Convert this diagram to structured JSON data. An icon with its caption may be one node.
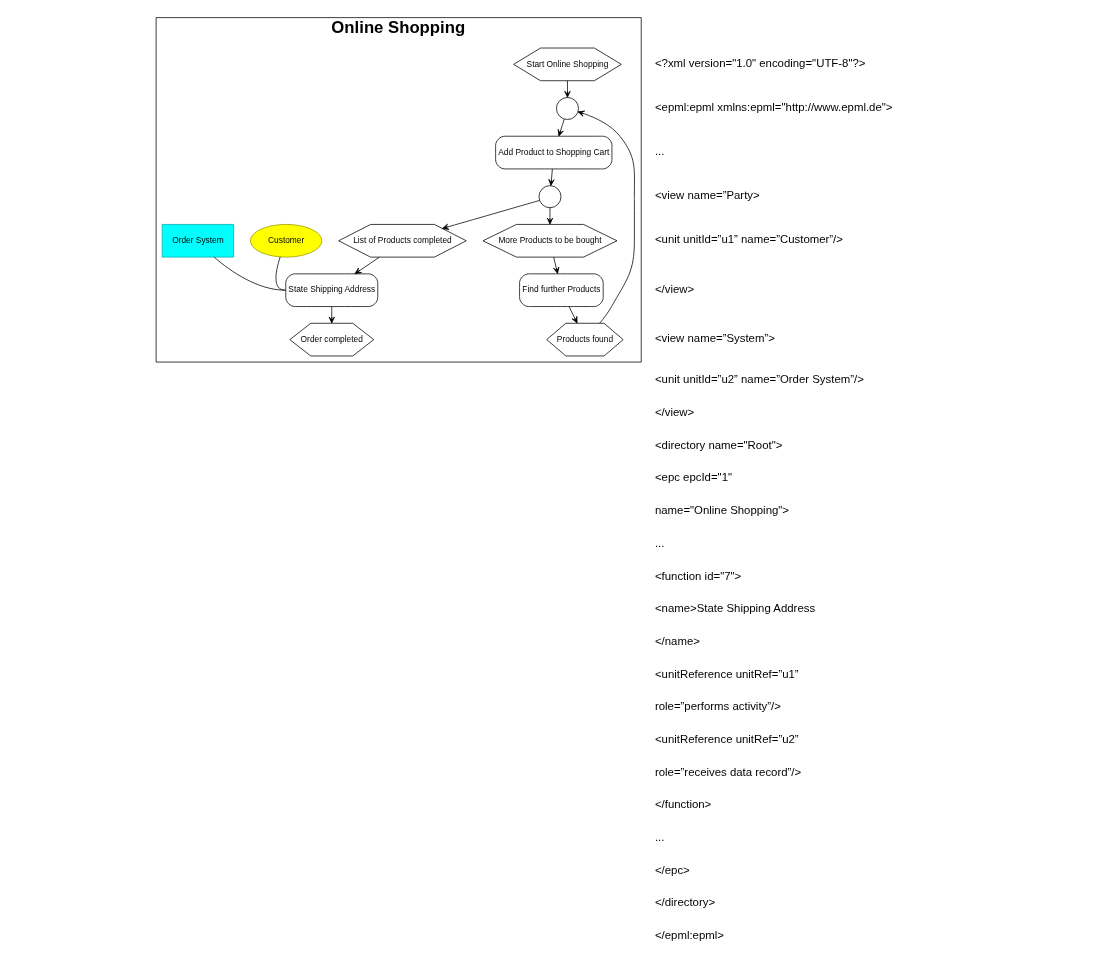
{
  "diagram": {
    "nodes": [
      {
        "text": [
          "Online Shopping"
        ]
      },
      {
        "text": [
          "Start Online Shopping"
        ],
        "in": 0
      },
      {
        "text": [],
        "shape": "circle",
        "in": 0
      },
      {
        "text": [
          "Products found"
        ],
        "in": 0
      },
      {
        "text": [
          "Find further Products"
        ],
        "in": 0
      },
      {
        "text": [
          "Add Product to Shopping Cart"
        ],
        "in": 0
      },
      {
        "text": [],
        "shape": "circle",
        "in": 0
      },
      {
        "text": [
          "More Products to be bought"
        ],
        "in": 0
      },
      {
        "text": [
          "List of Products completed"
        ],
        "in": 0
      },
      {
        "text": [
          "Customer"
        ],
        "in": 0
      },
      {
        "text": [
          "State Shipping Address"
        ],
        "in": 0
      },
      {
        "text": [
          "Order System"
        ],
        "in": 0
      },
      {
        "text": [
          "Order completed"
        ],
        "in": 0
      }
    ],
    "edges": [
      {
        "from": 1,
        "to": 2,
        "arrow": "to"
      },
      {
        "from": 3,
        "to": 2,
        "arrow": "to"
      },
      {
        "from": 2,
        "to": 5,
        "arrow": "to"
      },
      {
        "from": 5,
        "to": 6,
        "arrow": "to"
      },
      {
        "from": 6,
        "to": 7,
        "arrow": "to"
      },
      {
        "from": 7,
        "to": 4,
        "arrow": "to"
      },
      {
        "from": 4,
        "to": 3,
        "arrow": "to"
      },
      {
        "from": 6,
        "to": 8,
        "arrow": "to"
      },
      {
        "from": 8,
        "to": 10,
        "arrow": "to"
      },
      {
        "from": 9,
        "to": 10,
        "arrow": "none"
      },
      {
        "from": 11,
        "to": 10,
        "arrow": "none"
      },
      {
        "from": 10,
        "to": 12,
        "arrow": "to"
      }
    ],
    "labels": [
      "<?xml version=\"1.0\" encoding=\"UTF-8\"?>",
      "<epml:epml xmlns:epml=\"http://www.epml.de\">",
      "...",
      "<view name=”Party>",
      "<unit unitId=”u1” name=”Customer”/>",
      "</view>",
      "<view name=”System”>",
      "<unit unitId=”u2” name=”Order System”/>",
      "</view>",
      "<directory name=\"Root\">",
      "<epc epcId=\"1\"",
      "name=\"Online Shopping\">",
      "...",
      "<function id=\"7\">",
      "<name>State Shipping Address",
      "</name>",
      "<unitReference unitRef=”u1”",
      "role=”performs activity”/>",
      "<unitReference unitRef=”u2”",
      "role=”receives data record”/>",
      "</function>",
      "...",
      "</epc>",
      "</directory>",
      "</epml:epml>"
    ]
  }
}
